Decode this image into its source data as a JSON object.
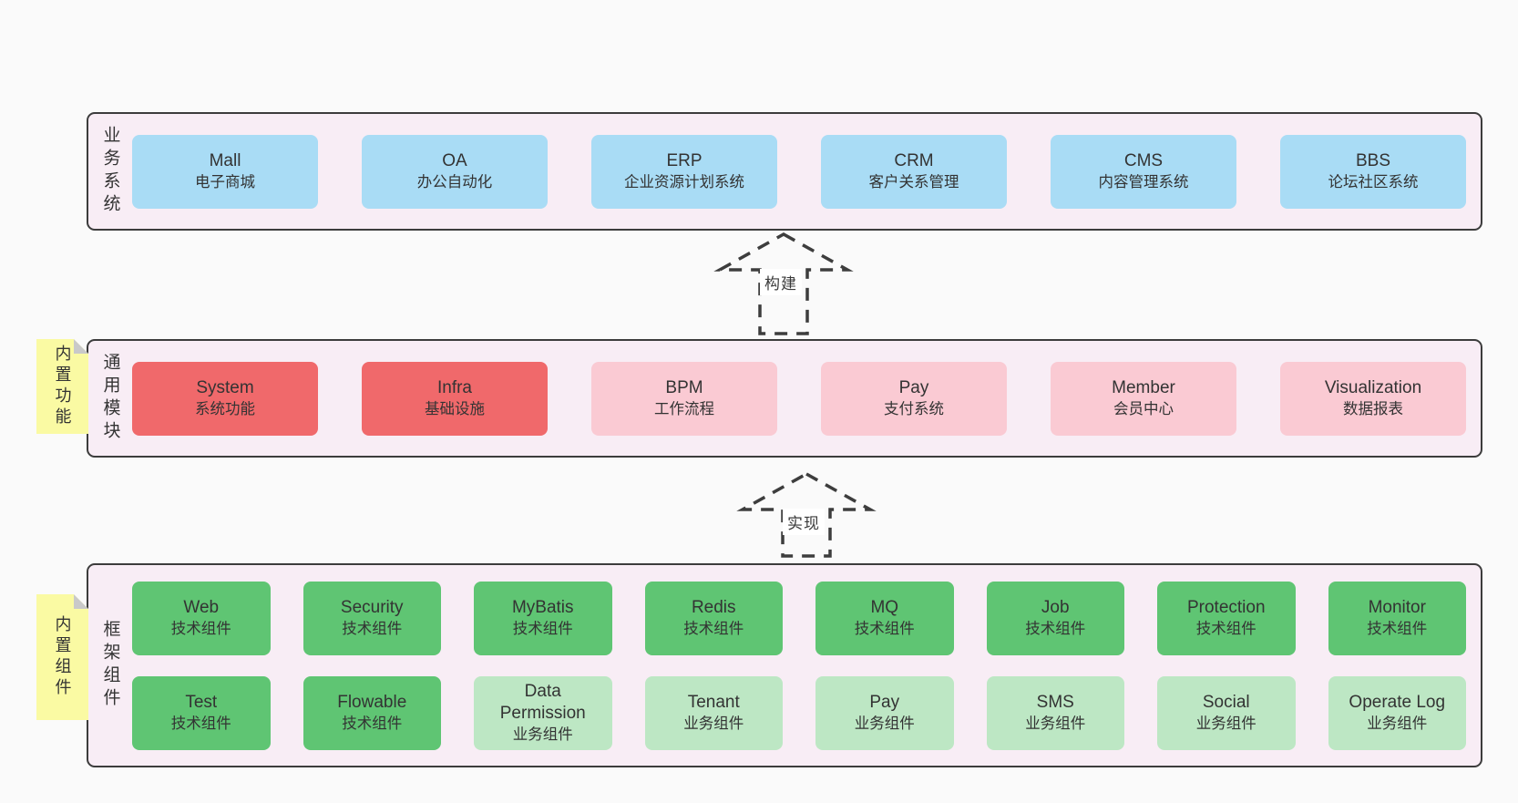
{
  "palette": {
    "canvas_bg": "#FAFAFA",
    "container_bg": "#F8EDF5",
    "container_border": "#3C3C3C",
    "box_blue": "#A9DCF5",
    "box_red": "#F0696B",
    "box_pink": "#FACAD3",
    "box_green": "#5FC573",
    "box_light_green": "#BDE7C4",
    "sticky_bg": "#FAFAA3",
    "sticky_fold": "#C9C9C9",
    "arrow_stroke": "#3D3D3D",
    "text": "#333333"
  },
  "arrows": [
    {
      "label": "构建"
    },
    {
      "label": "实现"
    }
  ],
  "layers": [
    {
      "label": "业务系统",
      "boxes": [
        {
          "title": "Mall",
          "subtitle": "电子商城"
        },
        {
          "title": "OA",
          "subtitle": "办公自动化"
        },
        {
          "title": "ERP",
          "subtitle": "企业资源计划系统"
        },
        {
          "title": "CRM",
          "subtitle": "客户关系管理"
        },
        {
          "title": "CMS",
          "subtitle": "内容管理系统"
        },
        {
          "title": "BBS",
          "subtitle": "论坛社区系统"
        }
      ]
    },
    {
      "label": "通用模块",
      "sticky": "内置功能",
      "boxes": [
        {
          "title": "System",
          "subtitle": "系统功能"
        },
        {
          "title": "Infra",
          "subtitle": "基础设施"
        },
        {
          "title": "BPM",
          "subtitle": "工作流程"
        },
        {
          "title": "Pay",
          "subtitle": "支付系统"
        },
        {
          "title": "Member",
          "subtitle": "会员中心"
        },
        {
          "title": "Visualization",
          "subtitle": "数据报表"
        }
      ]
    },
    {
      "label": "框架组件",
      "sticky": "内置组件",
      "rows": [
        [
          {
            "title": "Web",
            "subtitle": "技术组件"
          },
          {
            "title": "Security",
            "subtitle": "技术组件"
          },
          {
            "title": "MyBatis",
            "subtitle": "技术组件"
          },
          {
            "title": "Redis",
            "subtitle": "技术组件"
          },
          {
            "title": "MQ",
            "subtitle": "技术组件"
          },
          {
            "title": "Job",
            "subtitle": "技术组件"
          },
          {
            "title": "Protection",
            "subtitle": "技术组件"
          },
          {
            "title": "Monitor",
            "subtitle": "技术组件"
          }
        ],
        [
          {
            "title": "Test",
            "subtitle": "技术组件"
          },
          {
            "title": "Flowable",
            "subtitle": "技术组件"
          },
          {
            "title": "Data Permission",
            "subtitle": "业务组件"
          },
          {
            "title": "Tenant",
            "subtitle": "业务组件"
          },
          {
            "title": "Pay",
            "subtitle": "业务组件"
          },
          {
            "title": "SMS",
            "subtitle": "业务组件"
          },
          {
            "title": "Social",
            "subtitle": "业务组件"
          },
          {
            "title": "Operate Log",
            "subtitle": "业务组件"
          }
        ]
      ]
    }
  ]
}
